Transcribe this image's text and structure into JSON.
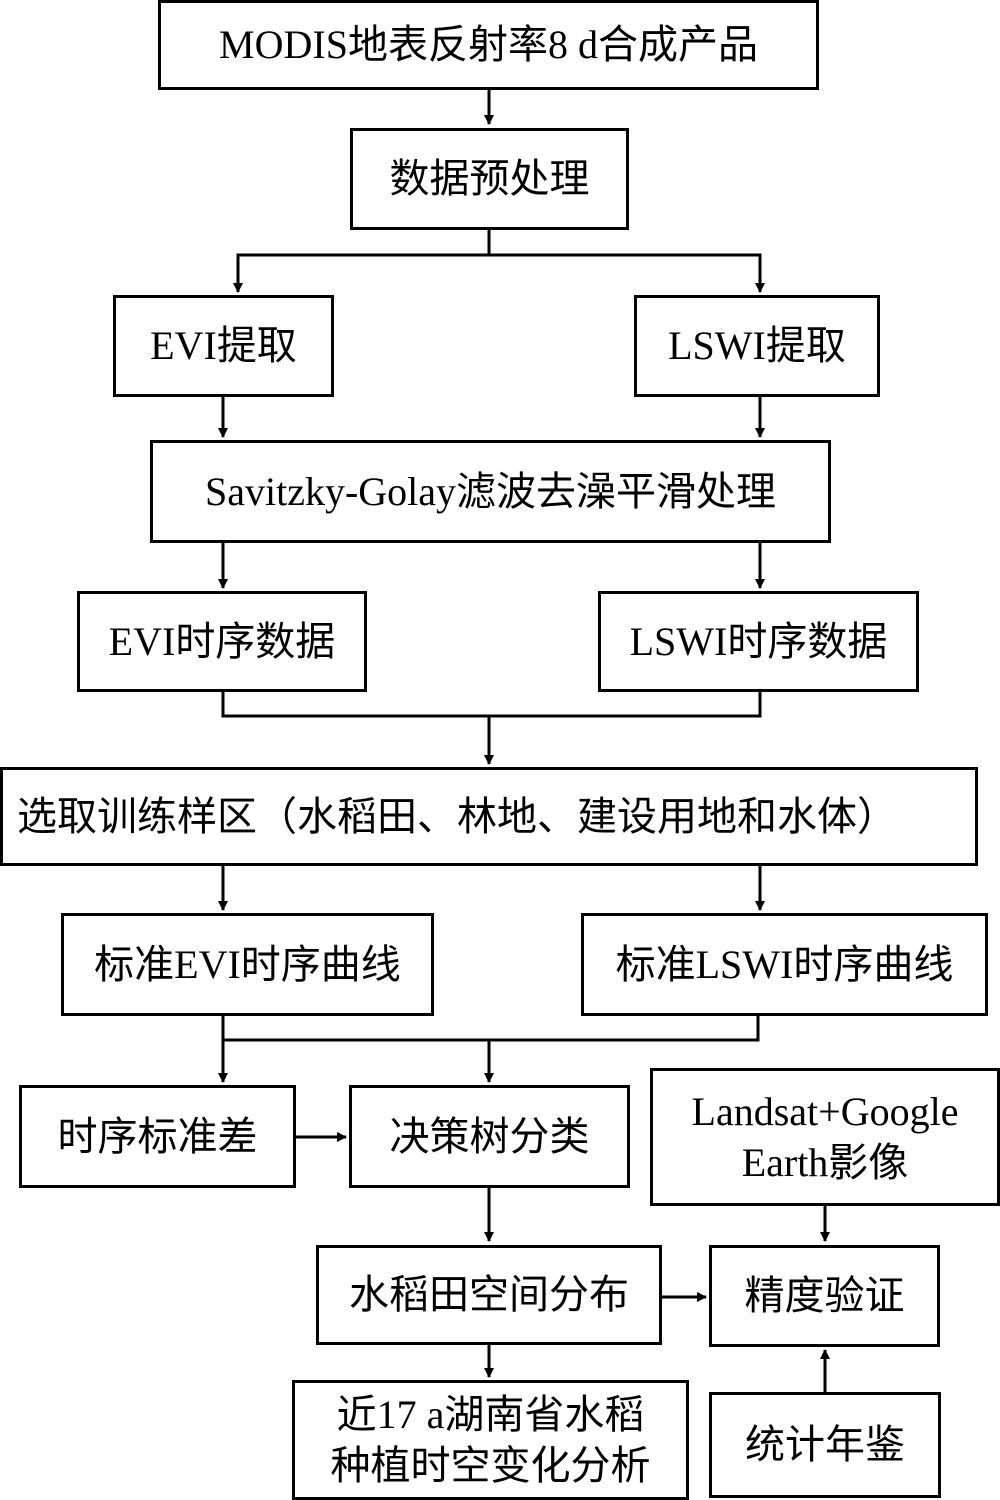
{
  "nodes": {
    "modis": "MODIS地表反射率8 d合成产品",
    "preprocess": "数据预处理",
    "evi_extract": "EVI提取",
    "lswi_extract": "LSWI提取",
    "sg_filter": "Savitzky-Golay滤波去澡平滑处理",
    "evi_series": "EVI时序数据",
    "lswi_series": "LSWI时序数据",
    "training": "选取训练样区（水稻田、林地、建设用地和水体）",
    "std_evi": "标准EVI时序曲线",
    "std_lswi": "标准LSWI时序曲线",
    "ts_std": "时序标准差",
    "decision_tree": "决策树分类",
    "landsat_line1": "Landsat+Google",
    "landsat_line2": "Earth影像",
    "rice_distribution": "水稻田空间分布",
    "accuracy": "精度验证",
    "analysis_line1": "近17 a湖南省水稻",
    "analysis_line2": "种植时空变化分析",
    "yearbook": "统计年鉴"
  }
}
